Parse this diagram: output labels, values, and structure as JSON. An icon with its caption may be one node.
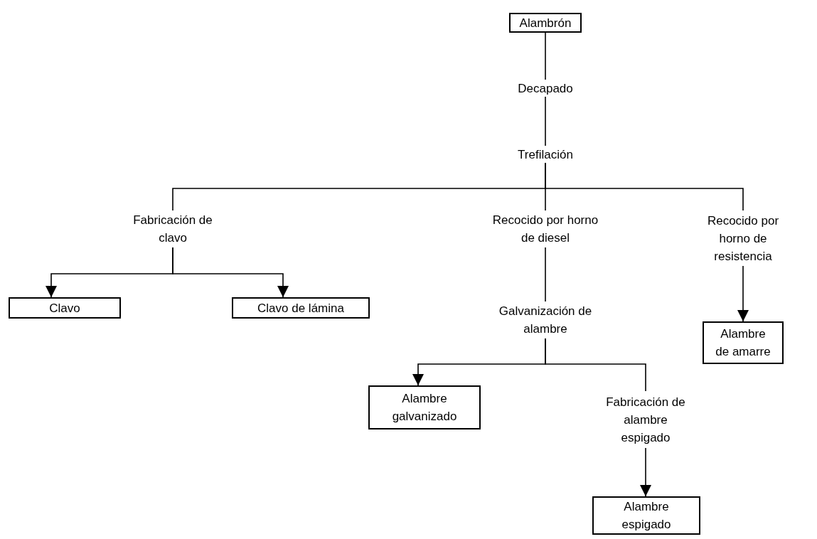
{
  "diagram": {
    "nodes": [
      {
        "text": [
          "Alambrón"
        ]
      },
      {
        "text": [
          "Decapado"
        ]
      },
      {
        "text": [
          "Trefilación"
        ]
      },
      {
        "text": [
          "Fabricación de clavo"
        ]
      },
      {
        "text": [
          "Recocido por horno de diesel"
        ]
      },
      {
        "text": [
          "Recocido por horno de resistencia"
        ]
      },
      {
        "text": [
          "Clavo"
        ]
      },
      {
        "text": [
          "Clavo de lámina"
        ]
      },
      {
        "text": [
          "Galvanización de alambre"
        ]
      },
      {
        "text": [
          "Alambre de amarre"
        ]
      },
      {
        "text": [
          "Alambre galvanizado"
        ]
      },
      {
        "text": [
          "Fabricación de alambre espigado"
        ]
      },
      {
        "text": [
          "Alambre espigado"
        ]
      }
    ],
    "edges": [
      {
        "from": 0,
        "to": 1,
        "arrow": "none"
      },
      {
        "from": 1,
        "to": 2,
        "arrow": "none"
      },
      {
        "from": 2,
        "to": 3,
        "arrow": "none"
      },
      {
        "from": 2,
        "to": 4,
        "arrow": "none"
      },
      {
        "from": 2,
        "to": 5,
        "arrow": "none"
      },
      {
        "from": 3,
        "to": 6,
        "arrow": "to"
      },
      {
        "from": 3,
        "to": 7,
        "arrow": "to"
      },
      {
        "from": 4,
        "to": 8,
        "arrow": "none"
      },
      {
        "from": 5,
        "to": 9,
        "arrow": "to"
      },
      {
        "from": 8,
        "to": 10,
        "arrow": "to"
      },
      {
        "from": 8,
        "to": 11,
        "arrow": "none"
      },
      {
        "from": 11,
        "to": 12,
        "arrow": "to"
      }
    ]
  }
}
